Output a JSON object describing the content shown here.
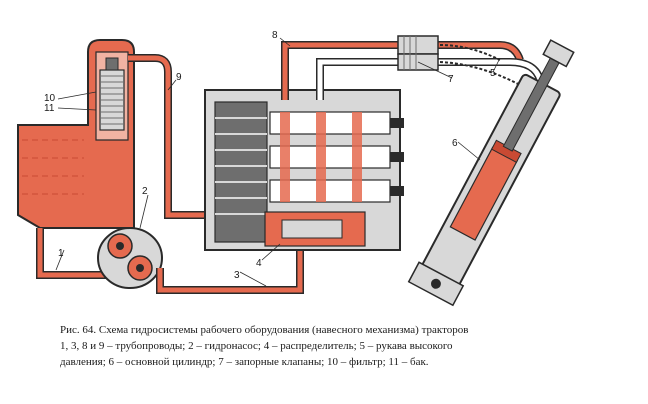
{
  "diagram": {
    "callouts": {
      "c1": "1",
      "c2": "2",
      "c3": "3",
      "c4": "4",
      "c5": "5",
      "c6": "6",
      "c7": "7",
      "c8": "8",
      "c9": "9",
      "c10": "10",
      "c11": "11"
    },
    "colors": {
      "oil": "#e56a4f",
      "oil_dark": "#c94a33",
      "metal": "#6e6e6e",
      "metal_light": "#d8d8d8",
      "outline": "#2a2a2a"
    }
  },
  "caption": {
    "line1": "Рис. 64. Схема гидросистемы рабочего оборудования (навесного механизма) тракторов",
    "line2": "1, 3, 8 и 9 – трубопроводы; 2 – гидронасос; 4 – распределитель; 5 – рукава высокого",
    "line3": "давления; 6 – основной цилиндр; 7 – запорные клапаны; 10 – фильтр; 11 – бак."
  }
}
